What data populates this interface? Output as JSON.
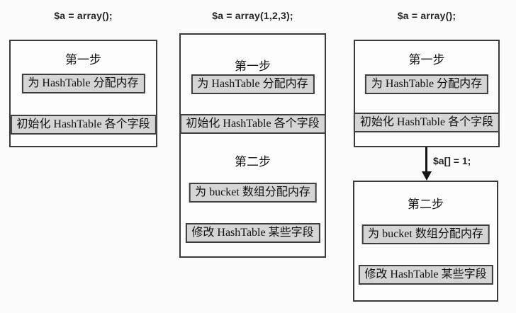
{
  "colors": {
    "background": "#fbfbfb",
    "box_border": "#3a3a3a",
    "inner_box_fill": "#d5d5d5",
    "text": "#141414",
    "arrow": "#151515"
  },
  "diagram": {
    "col1": {
      "code": "$a = array();",
      "step1": "第一步",
      "item1": "为 HashTable 分配内存",
      "item2": "初始化 HashTable 各个字段"
    },
    "col2": {
      "code": "$a = array(1,2,3);",
      "step1": "第一步",
      "item1": "为 HashTable 分配内存",
      "item2": "初始化 HashTable 各个字段",
      "step2": "第二步",
      "item3": "为 bucket 数组分配内存",
      "item4": "修改 HashTable 某些字段"
    },
    "col3": {
      "code": "$a = array();",
      "step1": "第一步",
      "item1": "为 HashTable 分配内存",
      "item2": "初始化 HashTable 各个字段",
      "arrow_label": "$a[] = 1;",
      "step2": "第二步",
      "item3": "为 bucket 数组分配内存",
      "item4": "修改 HashTable 某些字段"
    }
  }
}
